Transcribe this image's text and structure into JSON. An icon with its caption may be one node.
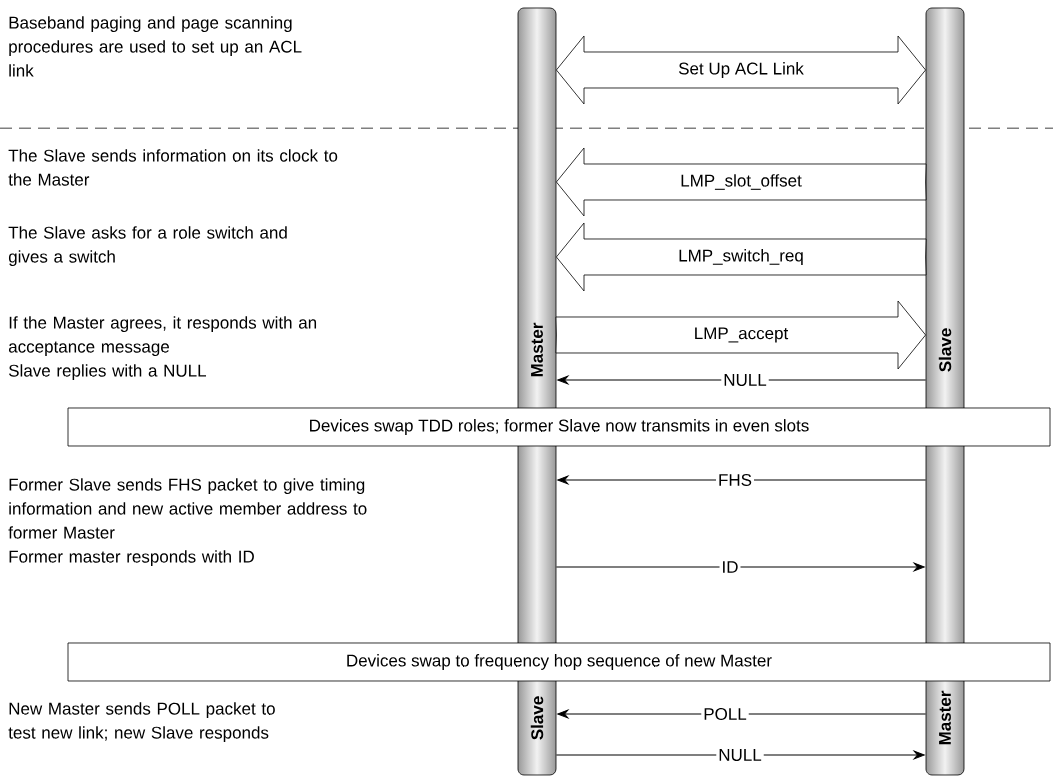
{
  "diagram": {
    "nodes": [
      {
        "text": [
          "Master",
          "Slave"
        ]
      },
      {
        "text": [
          "Slave",
          "Master"
        ]
      },
      {
        "text": [
          "Devices swap TDD roles; former Slave now transmits in even slots"
        ]
      },
      {
        "text": [
          "Devices swap to frequency hop sequence of new Master"
        ]
      }
    ],
    "edges": [
      {
        "from": 0,
        "to": 1,
        "arrow": "both",
        "label": "Set Up ACL Link",
        "style": "thick"
      },
      {
        "from": 1,
        "to": 0,
        "arrow": "to",
        "label": "LMP_slot_offset",
        "style": "thick"
      },
      {
        "from": 1,
        "to": 0,
        "arrow": "to",
        "label": "LMP_switch_req",
        "style": "thick"
      },
      {
        "from": 0,
        "to": 1,
        "arrow": "to",
        "label": "LMP_accept",
        "style": "thick"
      },
      {
        "from": 1,
        "to": 0,
        "arrow": "to",
        "label": "NULL"
      },
      {
        "from": 1,
        "to": 0,
        "arrow": "to",
        "label": "FHS"
      },
      {
        "from": 0,
        "to": 1,
        "arrow": "to",
        "label": "ID"
      },
      {
        "from": 1,
        "to": 0,
        "arrow": "to",
        "label": "POLL"
      },
      {
        "from": 0,
        "to": 1,
        "arrow": "to",
        "label": "NULL"
      }
    ],
    "labels": [
      "Baseband paging and page scanning procedures are used to set up an ACL link",
      "The Slave sends information on its clock to the Master",
      "The Slave asks for a role switch and gives a switch",
      "If the Master agrees, it responds with an acceptance message",
      "Slave replies with a NULL",
      "Former Slave sends FHS packet to give timing information and new active member address to former Master",
      "Former master responds with ID",
      "New Master sends POLL packet to test new link; new Slave responds"
    ]
  }
}
